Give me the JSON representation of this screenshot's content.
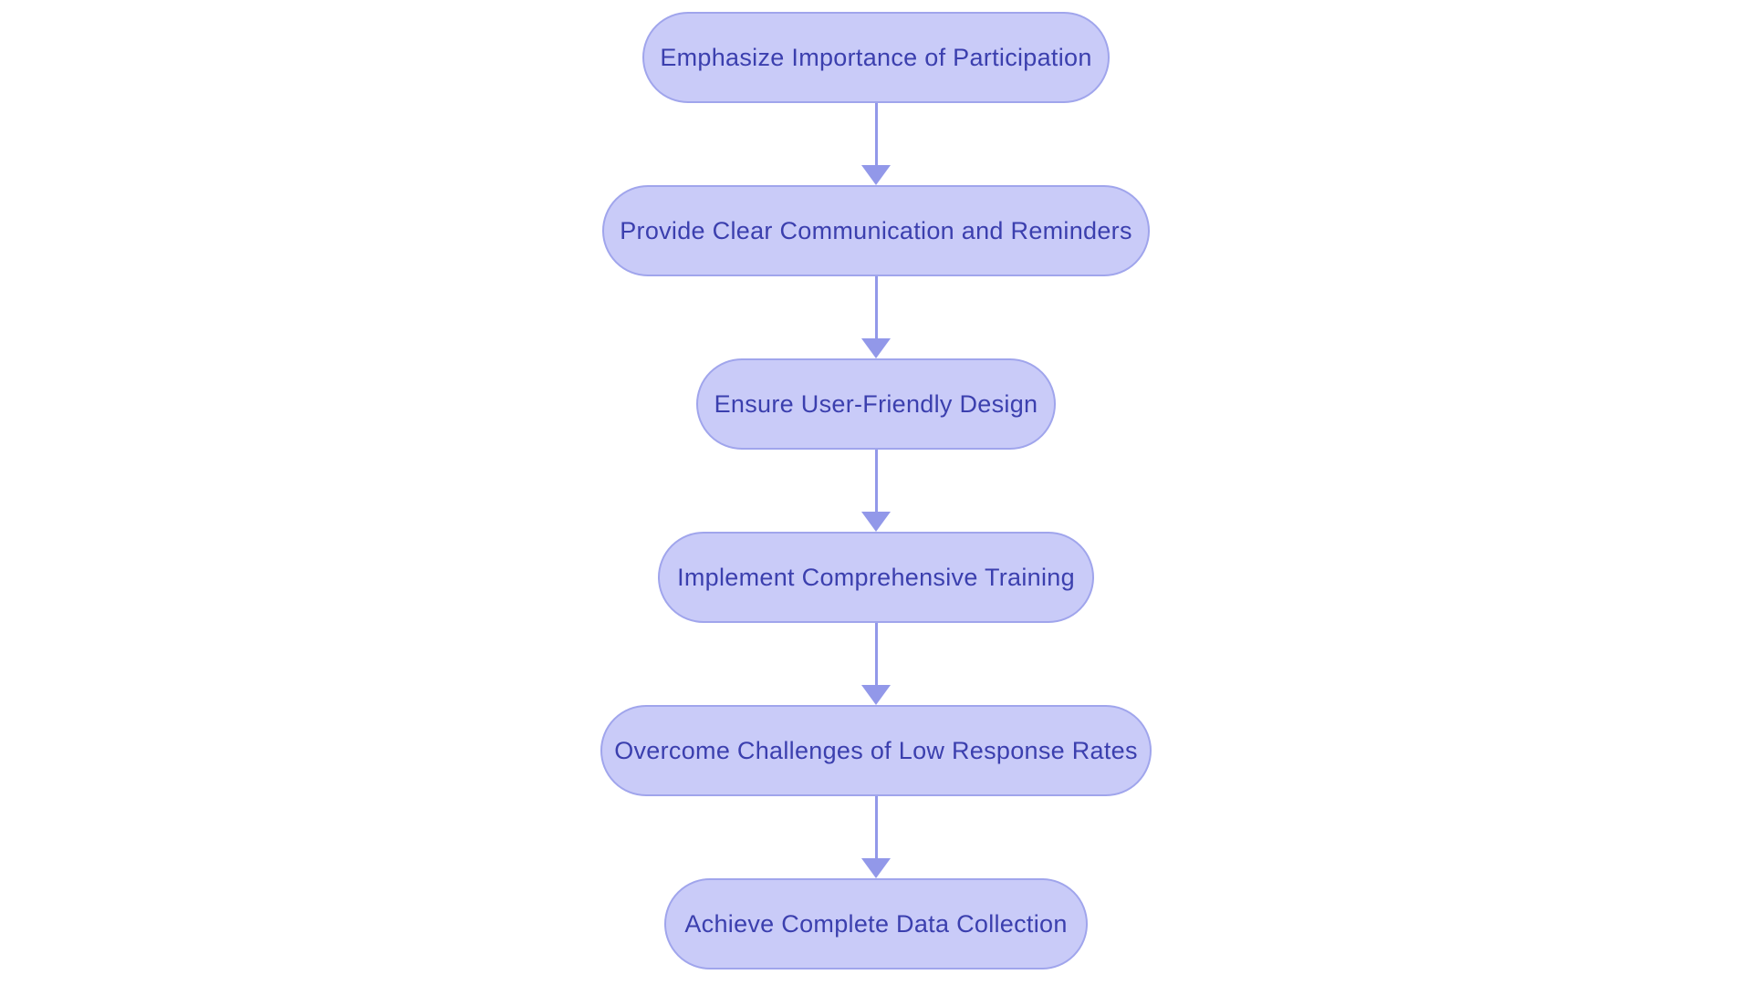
{
  "diagram": {
    "type": "flowchart",
    "direction": "top-down",
    "background_color": "#ffffff",
    "node_fill_color": "#c9cbf8",
    "node_border_color": "#a0a5ec",
    "node_text_color": "#3b3fae",
    "arrow_color": "#9298e9",
    "nodes": [
      {
        "id": "n1",
        "label": "Emphasize Importance of Participation"
      },
      {
        "id": "n2",
        "label": "Provide Clear Communication and Reminders"
      },
      {
        "id": "n3",
        "label": "Ensure User-Friendly Design"
      },
      {
        "id": "n4",
        "label": "Implement Comprehensive Training"
      },
      {
        "id": "n5",
        "label": "Overcome Challenges of Low Response Rates"
      },
      {
        "id": "n6",
        "label": "Achieve Complete Data Collection"
      }
    ],
    "edges": [
      {
        "from": "n1",
        "to": "n2"
      },
      {
        "from": "n2",
        "to": "n3"
      },
      {
        "from": "n3",
        "to": "n4"
      },
      {
        "from": "n4",
        "to": "n5"
      },
      {
        "from": "n5",
        "to": "n6"
      }
    ]
  }
}
